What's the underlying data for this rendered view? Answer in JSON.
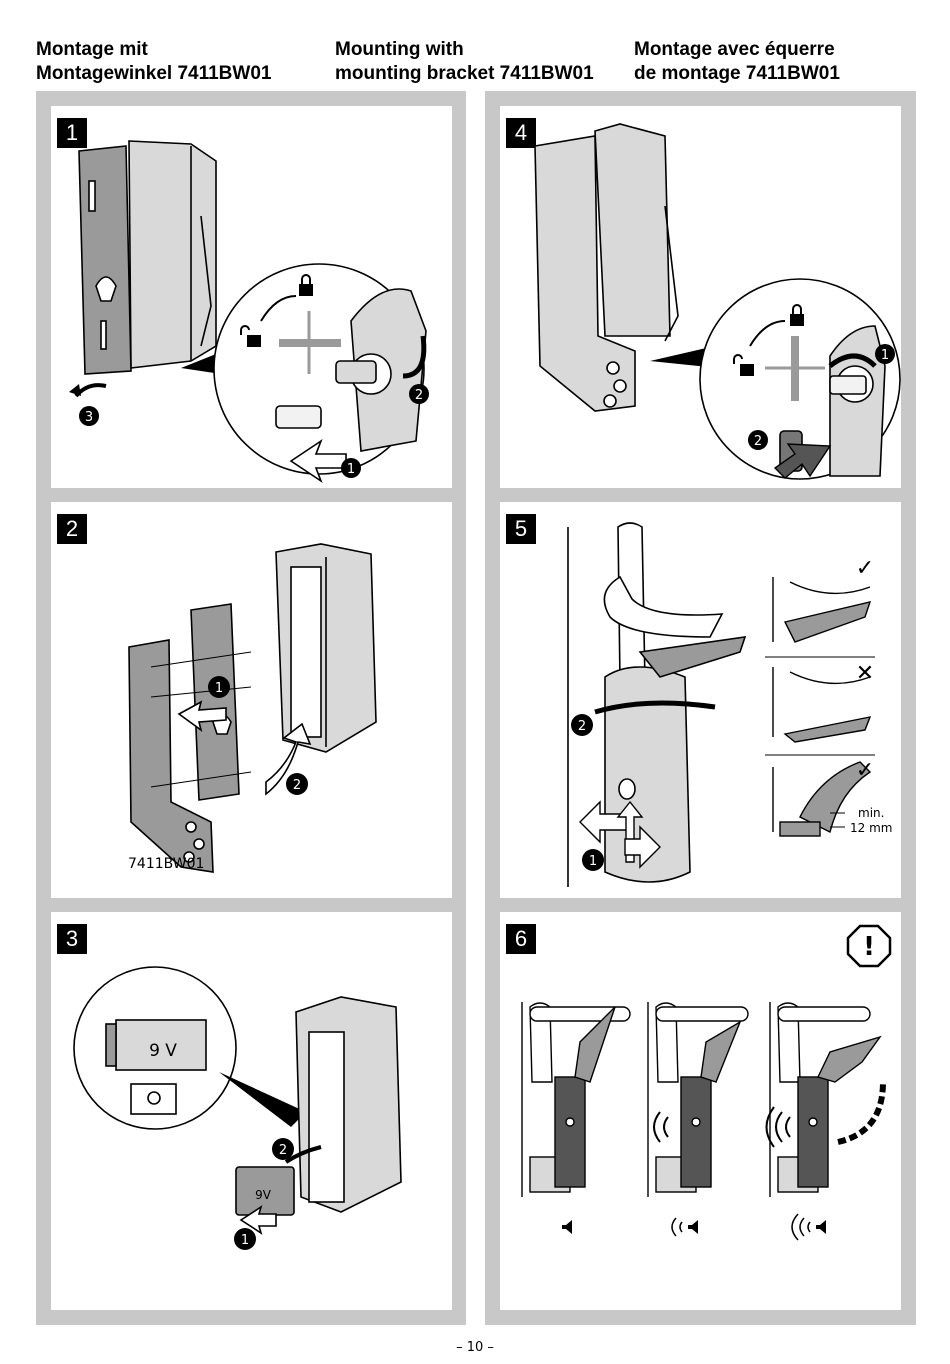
{
  "headers": {
    "de": {
      "line1": "Montage mit",
      "line2": "Montagewinkel 7411BW01"
    },
    "en": {
      "line1": "Mounting with",
      "line2": "mounting bracket 7411BW01"
    },
    "fr": {
      "line1": "Montage avec équerre",
      "line2": "de montage 7411BW01"
    }
  },
  "steps": {
    "s1": {
      "num": "1",
      "callouts": [
        "1",
        "2",
        "3"
      ]
    },
    "s2": {
      "num": "2",
      "callouts": [
        "1",
        "2"
      ],
      "part_label": "7411BW01"
    },
    "s3": {
      "num": "3",
      "callouts": [
        "1",
        "2"
      ],
      "battery_label": "9 V",
      "battery_label_small": "9V"
    },
    "s4": {
      "num": "4",
      "callouts": [
        "1",
        "2"
      ]
    },
    "s5": {
      "num": "5",
      "callouts": [
        "1",
        "2"
      ],
      "check": "✓",
      "cross": "✕",
      "min_label": "min.",
      "min_value": "12 mm"
    },
    "s6": {
      "num": "6",
      "warning_symbol": "!"
    }
  },
  "page_number": "– 10 –",
  "colors": {
    "frame": "#c8c8c8",
    "panel": "#ffffff",
    "device": "#d9d9d9",
    "plate": "#9a9a9a",
    "badge": "#000000"
  }
}
